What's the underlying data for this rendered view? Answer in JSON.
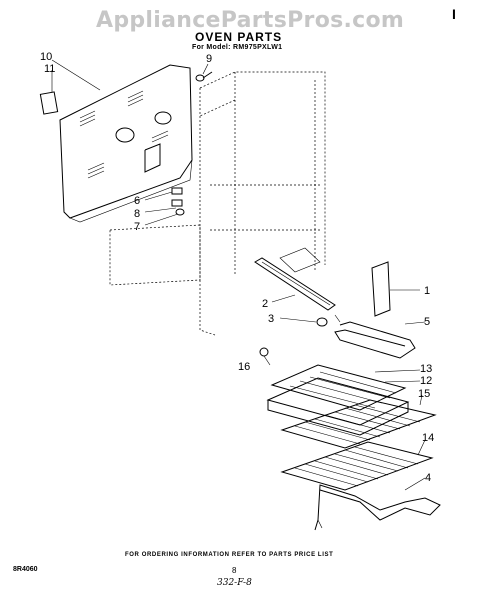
{
  "watermark": "AppliancePartsPros.com",
  "header": {
    "title": "OVEN PARTS",
    "subtitle": "For Model: RM975PXLW1",
    "page_mark": "I"
  },
  "callouts": [
    "10",
    "11",
    "9",
    "6",
    "8",
    "7",
    "1",
    "2",
    "3",
    "5",
    "16",
    "13",
    "12",
    "15",
    "14",
    "4"
  ],
  "footer": {
    "ordering_info": "FOR ORDERING INFORMATION REFER TO PARTS PRICE LIST",
    "doc_number": "8R4060",
    "page_number": "8",
    "handwritten": "332-F-8"
  }
}
